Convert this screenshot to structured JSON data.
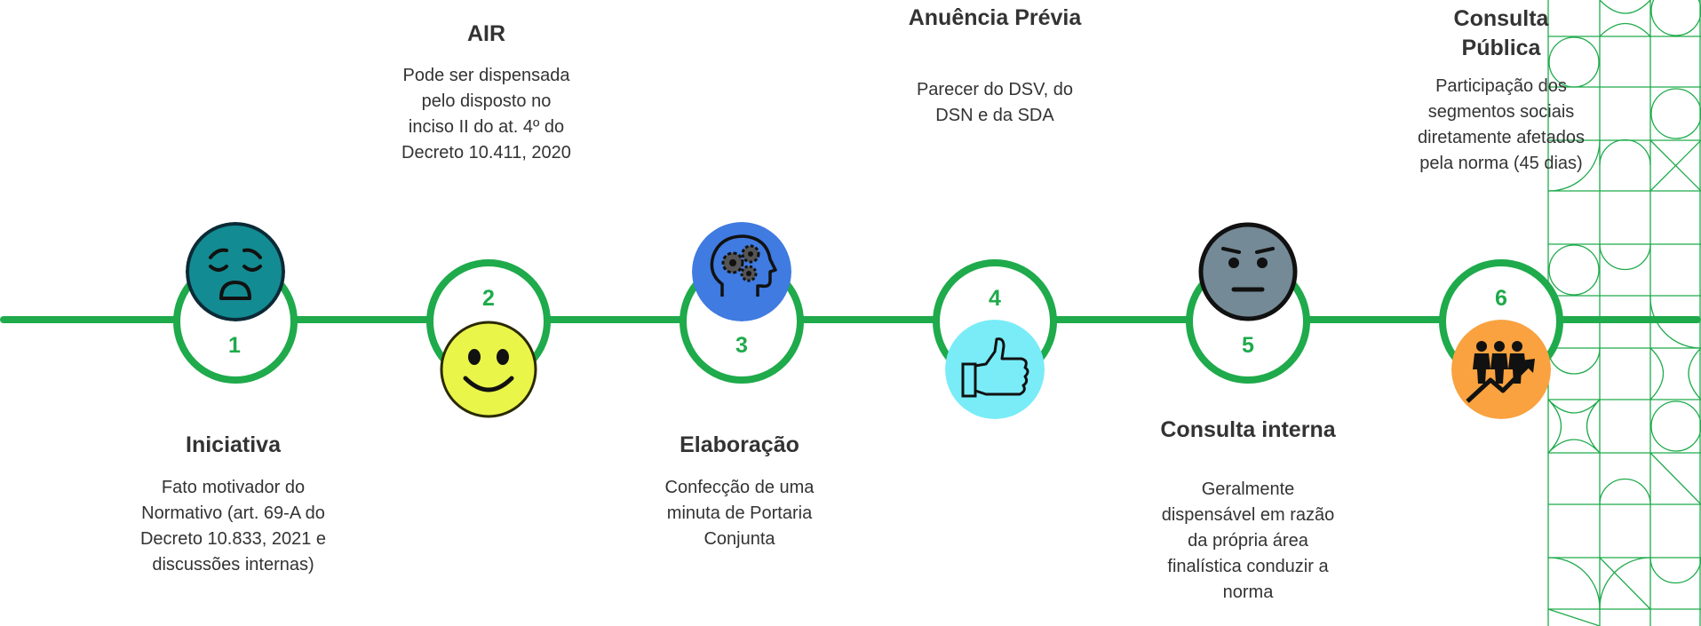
{
  "line_color": "#1faa4b",
  "steps": [
    {
      "number": "1",
      "title": "Iniciativa",
      "description": "Fato motivador do Normativo (art. 69-A do Decreto 10.833, 2021 e discussões internas)",
      "icon": "sad-face-icon",
      "icon_color": "#138b92"
    },
    {
      "number": "2",
      "title": "AIR",
      "description": "Pode ser dispensada pelo disposto no inciso II do at. 4º do Decreto 10.411, 2020",
      "icon": "smiley-face-icon",
      "icon_color": "#eaf54a"
    },
    {
      "number": "3",
      "title": "Elaboração",
      "description": "Confecção de uma minuta de Portaria Conjunta",
      "icon": "thinking-head-gears-icon",
      "icon_color": "#3f7be0"
    },
    {
      "number": "4",
      "title": "Anuência Prévia",
      "description": "Parecer do DSV, do DSN e da SDA",
      "icon": "thumbs-up-icon",
      "icon_color": "#79ecf8"
    },
    {
      "number": "5",
      "title": "Consulta interna",
      "description": "Geralmente dispensável em razão da própria área finalística conduzir a norma",
      "icon": "neutral-face-icon",
      "icon_color": "#748a96"
    },
    {
      "number": "6",
      "title": "Consulta Pública",
      "description": "Participação dos segmentos sociais diretamente afetados pela norma (45 dias)",
      "icon": "people-growth-icon",
      "icon_color": "#f9a23f"
    }
  ]
}
